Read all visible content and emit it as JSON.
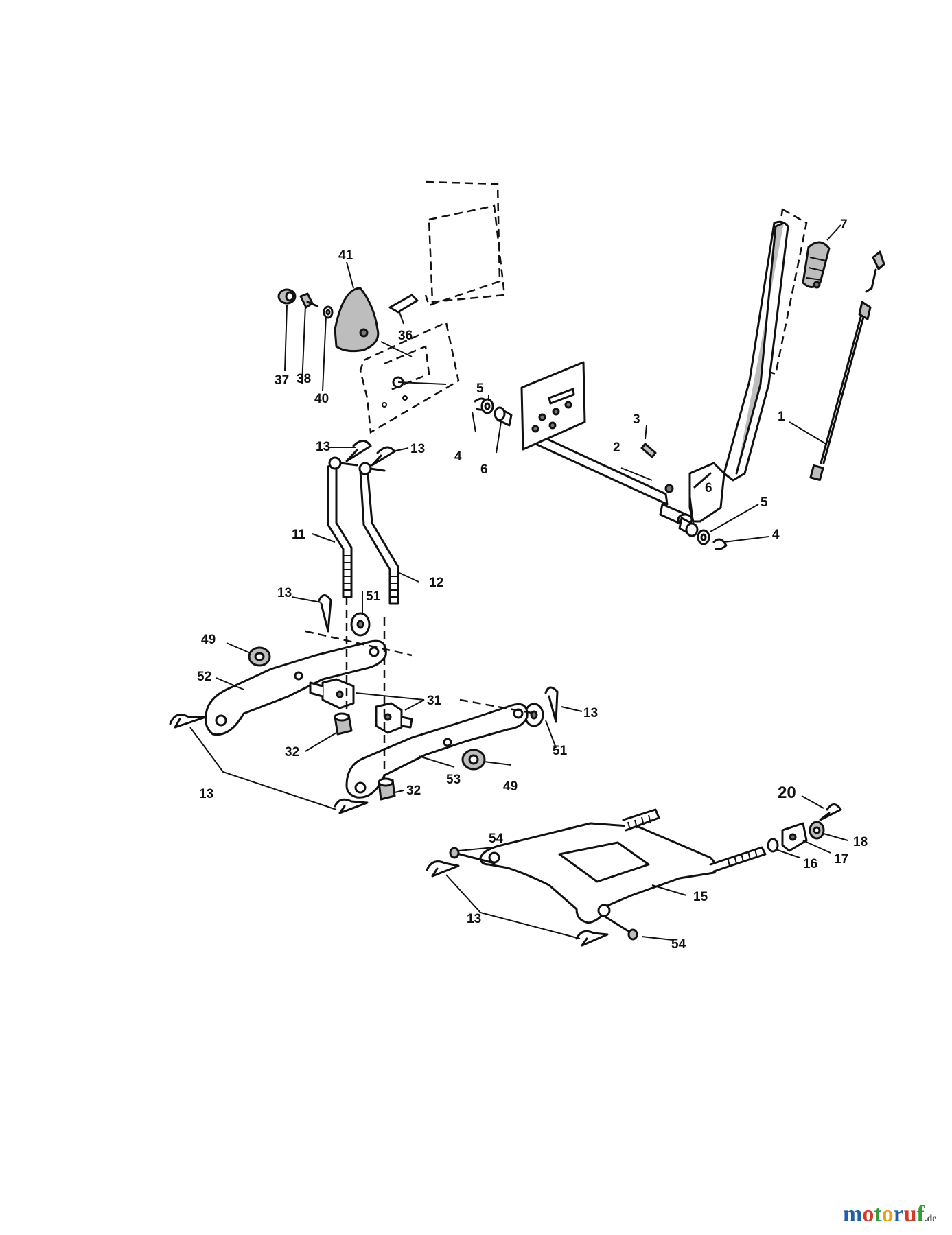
{
  "labels": {
    "l1": "1",
    "l2": "2",
    "l3": "3",
    "l4a": "4",
    "l4b": "4",
    "l5a": "5",
    "l5b": "5",
    "l6a": "6",
    "l6b": "6",
    "l7": "7",
    "l11": "11",
    "l12": "12",
    "l13a": "13",
    "l13b": "13",
    "l13c": "13",
    "l13d": "13",
    "l13e": "13",
    "l13f": "13",
    "l15": "15",
    "l16": "16",
    "l17": "17",
    "l18": "18",
    "l20": "20",
    "l31": "31",
    "l32a": "32",
    "l32b": "32",
    "l36": "36",
    "l37": "37",
    "l38": "38",
    "l40": "40",
    "l41": "41",
    "l49a": "49",
    "l49b": "49",
    "l51a": "51",
    "l51b": "51",
    "l52": "52",
    "l53": "53",
    "l54a": "54",
    "l54b": "54"
  },
  "watermark": {
    "letters": [
      "m",
      "o",
      "t",
      "o",
      "r",
      "u",
      "f"
    ],
    "suffix": ".de",
    "colors": [
      "#1f5fa8",
      "#d23a2a",
      "#3a9a3a",
      "#e6a21a",
      "#1f5fa8",
      "#d23a2a",
      "#3a9a3a"
    ]
  }
}
